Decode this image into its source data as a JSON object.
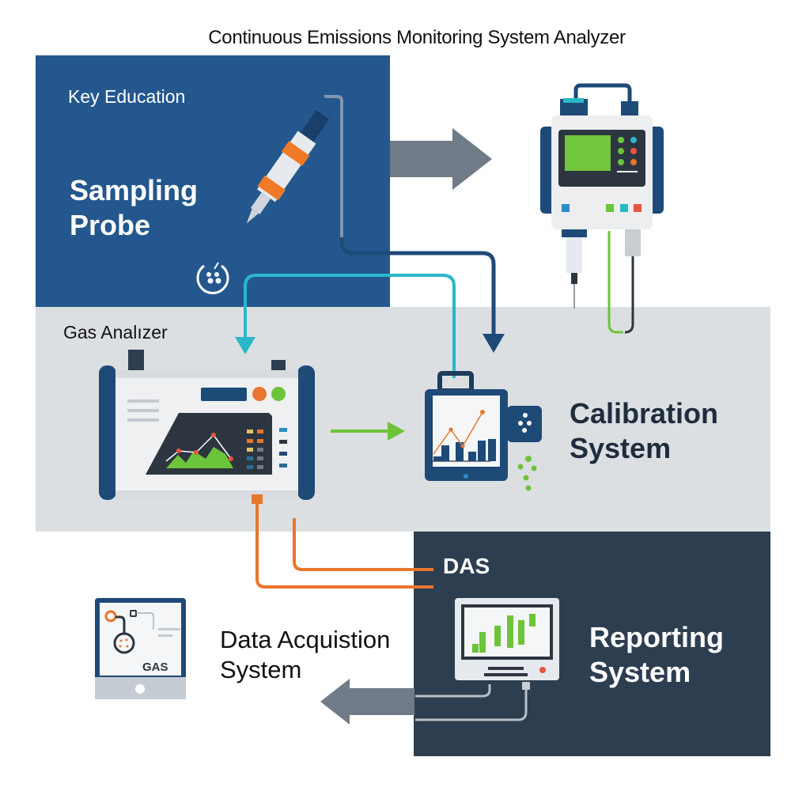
{
  "title": "Continuous Emissions Monitoring System Analyzer",
  "panels": {
    "probe": {
      "kicker": "Key Education",
      "title_line1": "Sampling",
      "title_line2": "Probe"
    },
    "gas_analyzer": {
      "title": "Gas Analızer"
    },
    "calibration": {
      "title_line1": "Calibration",
      "title_line2": "System"
    },
    "das": {
      "tag": "DAS",
      "title_line1": "Reporting",
      "title_line2": "System"
    },
    "data_acquisition": {
      "title_line1": "Data Acquistion",
      "title_line2": "System",
      "screen_label": "GAS"
    }
  },
  "colors": {
    "navy": "#23578d",
    "dark_slate": "#2d3e50",
    "light_gray": "#dcdfe2",
    "teal": "#2ab7c9",
    "orange": "#e8762e",
    "green": "#6cc43a",
    "arrow_gray": "#6f7b86"
  }
}
